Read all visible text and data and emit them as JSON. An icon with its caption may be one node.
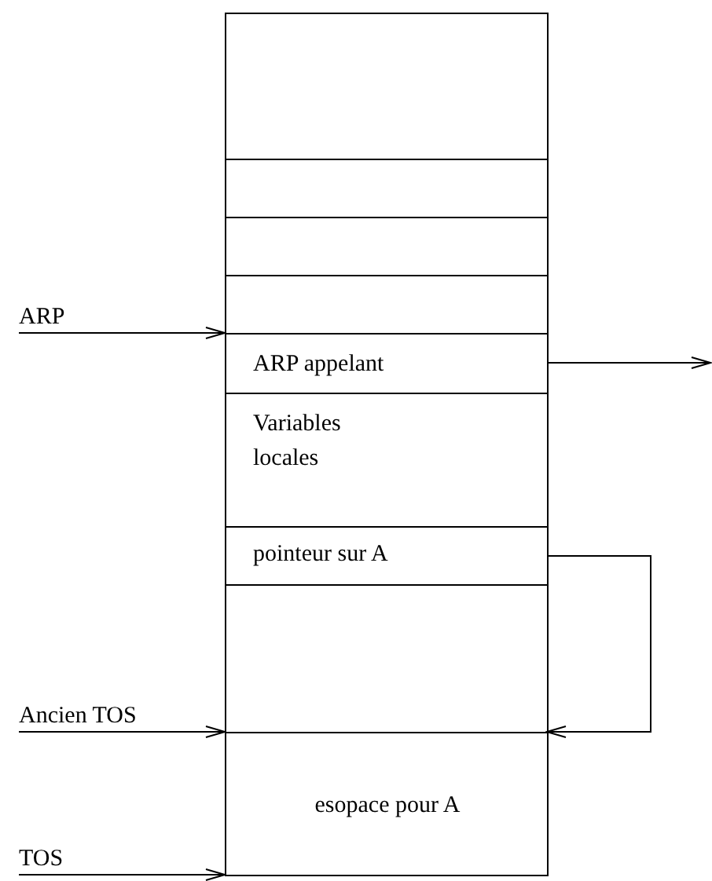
{
  "diagram": {
    "nodes": [
      {
        "text": [],
        "shape": "box"
      },
      {
        "text": [],
        "shape": "box"
      },
      {
        "text": [],
        "shape": "box"
      },
      {
        "text": [],
        "shape": "box"
      },
      {
        "text": [
          "ARP"
        ]
      },
      {
        "text": [
          "ARP appelant"
        ]
      },
      {
        "text": [
          "Variables locales"
        ]
      },
      {
        "text": [
          "pointeur sur A"
        ]
      },
      {
        "text": [],
        "shape": "box"
      },
      {
        "text": [
          "Ancien TOS"
        ]
      },
      {
        "text": [
          "esopace pour A"
        ]
      },
      {
        "text": [
          "TOS"
        ]
      }
    ],
    "edges": [
      {
        "from": 4,
        "to": 5,
        "arrow": "to"
      },
      {
        "from": 5,
        "to": null,
        "arrow": "to"
      },
      {
        "from": 7,
        "to": 10,
        "arrow": "to"
      },
      {
        "from": 9,
        "to": 10,
        "arrow": "to"
      },
      {
        "from": 11,
        "to": 10,
        "arrow": "to"
      }
    ]
  }
}
